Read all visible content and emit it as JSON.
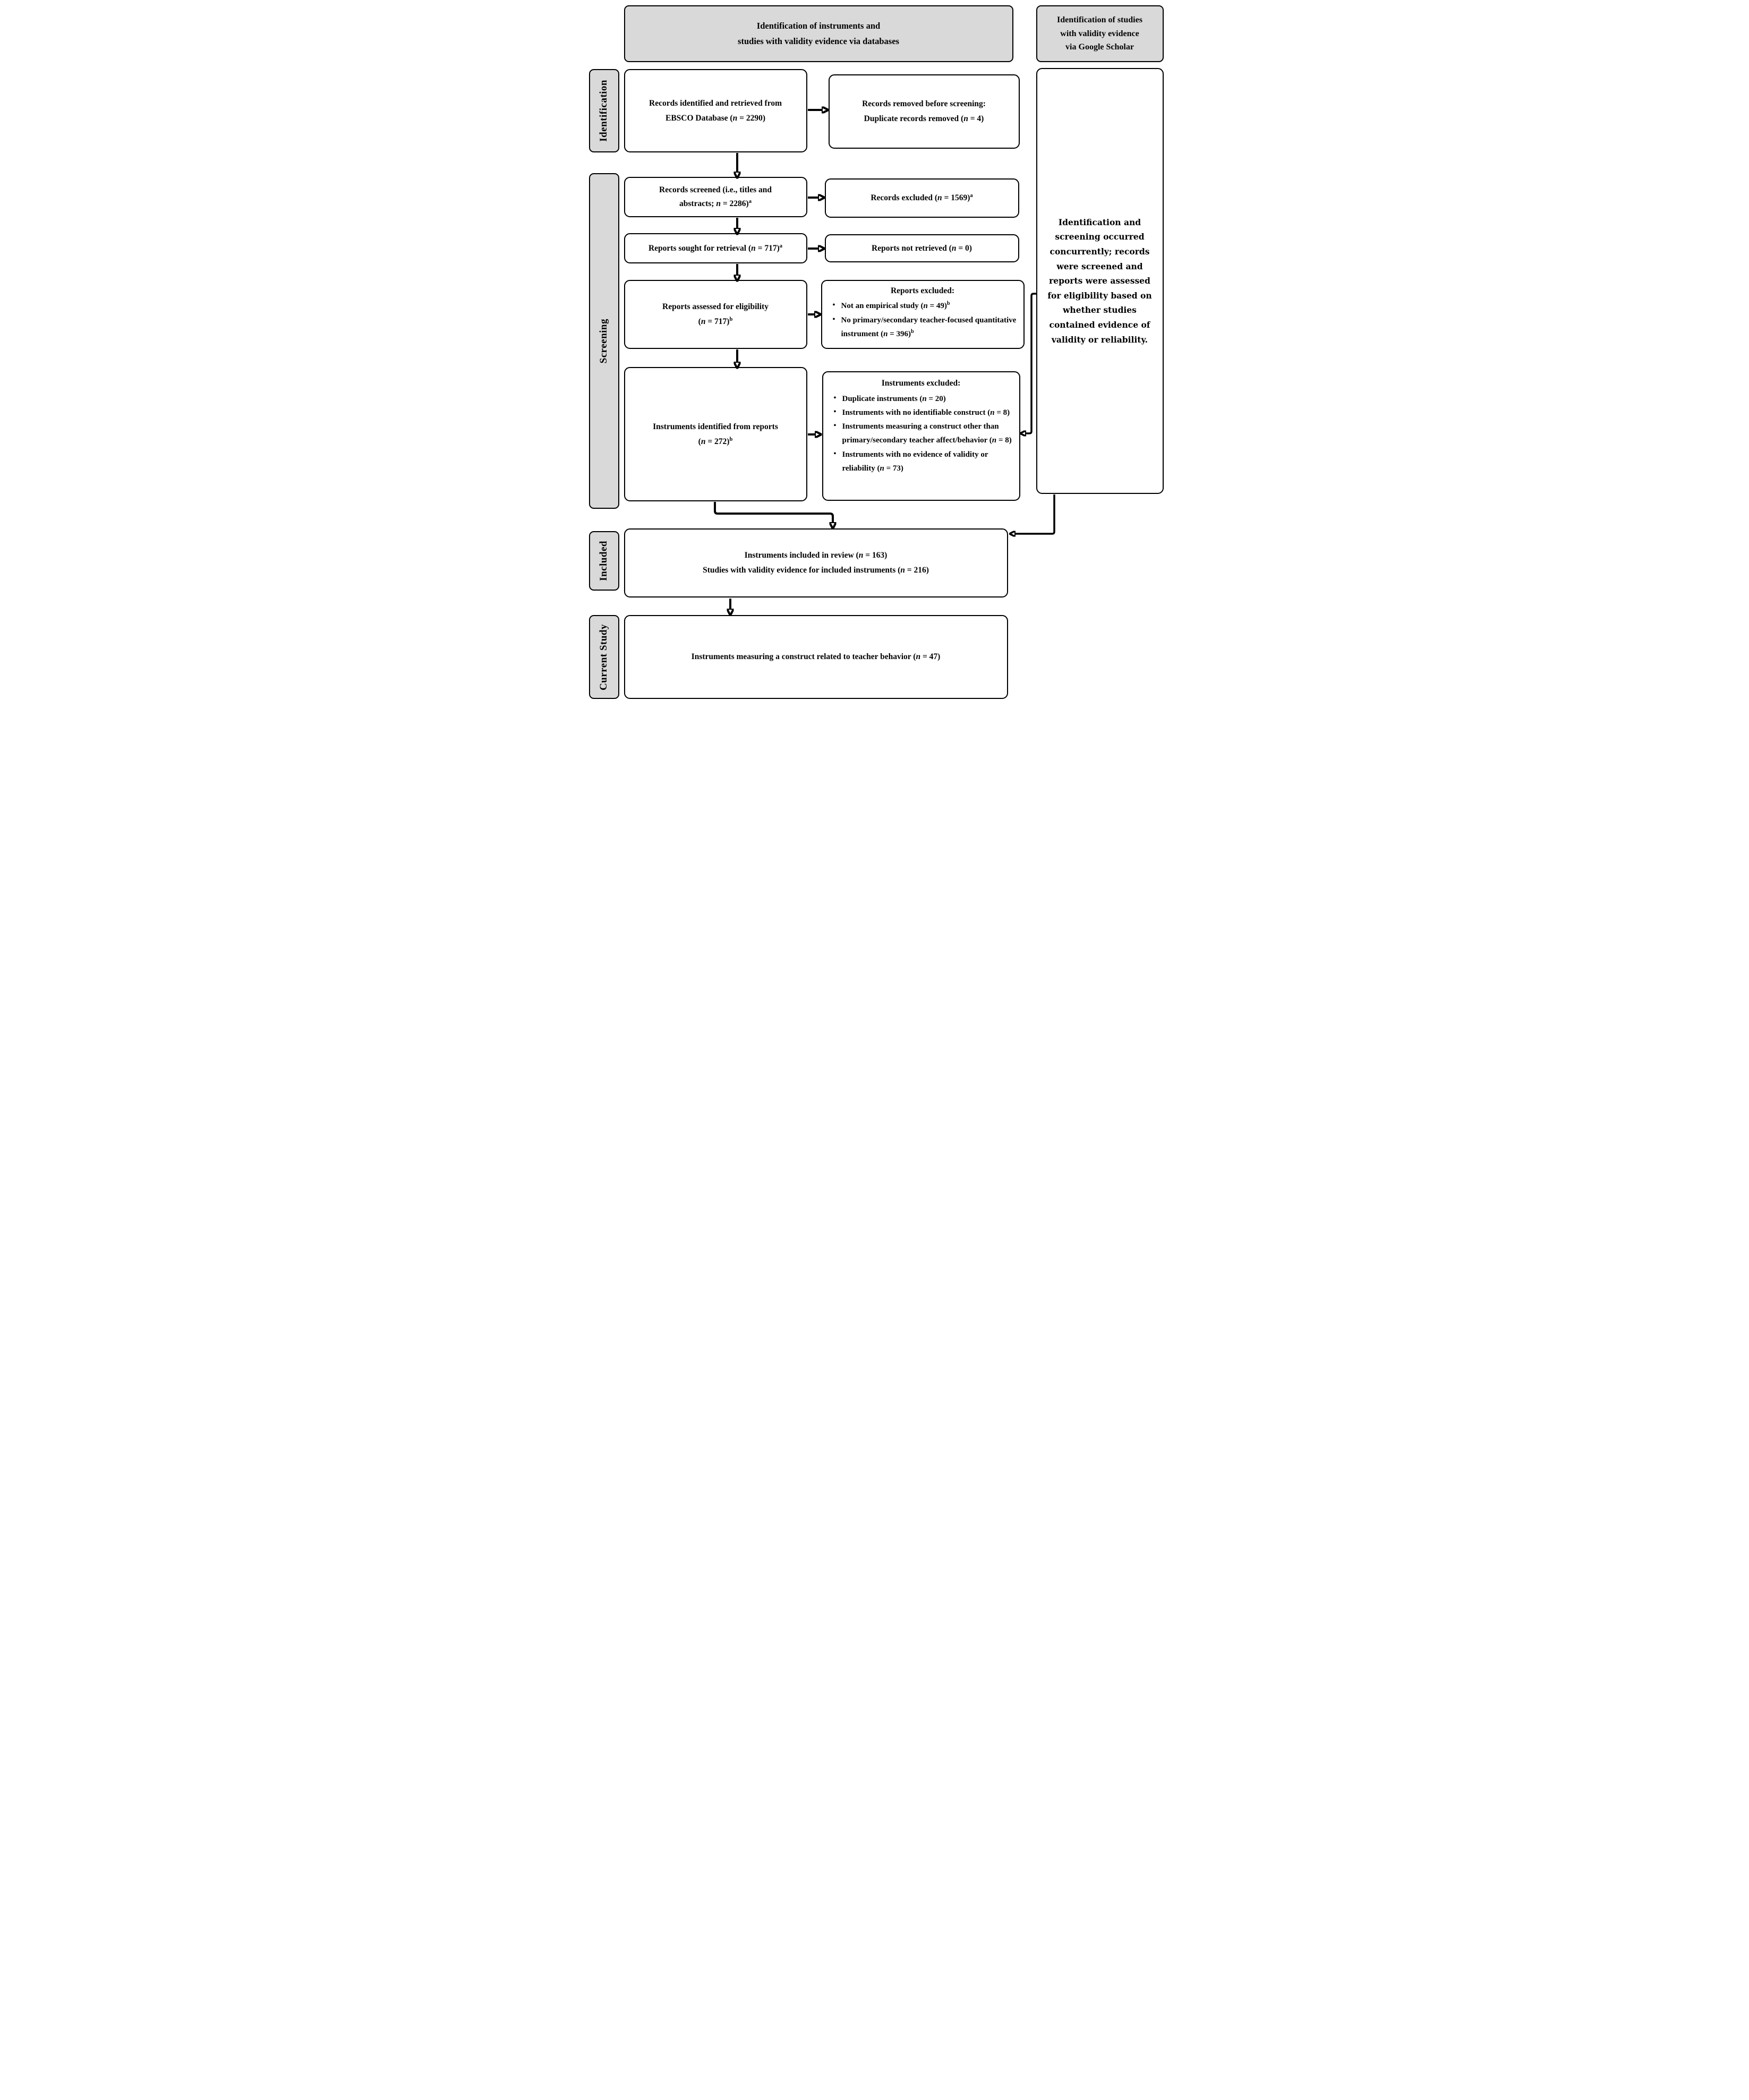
{
  "figure": {
    "type": "prisma-flow-diagram",
    "colors": {
      "stage_fill": "#d9d9d9",
      "box_fill": "#ffffff",
      "line": "#000000"
    }
  },
  "sidebar": [
    {
      "id": "identification",
      "label": "Identification"
    },
    {
      "id": "screening",
      "label": "Screening"
    },
    {
      "id": "included",
      "label": "Included"
    },
    {
      "id": "current-study",
      "label": "Current Study"
    }
  ],
  "headers": {
    "databases": {
      "lines": [
        "Identification of instruments and",
        "studies with validity evidence via databases"
      ]
    },
    "google_scholar": {
      "lines": [
        "Identification of studies",
        "with validity evidence",
        "via Google Scholar"
      ]
    }
  },
  "boxes": {
    "ebsco": {
      "lines": [
        "Records identified and retrieved from",
        "EBSCO Database (n = 2290)"
      ]
    },
    "records_removed": {
      "lines": [
        "Records removed before screening:",
        "Duplicate records removed (n = 4)"
      ]
    },
    "records_screened": {
      "lines": [
        "Records screened  (i.e., titles and",
        "abstracts; n = 2286)^a"
      ]
    },
    "records_excluded": {
      "lines": [
        "Records excluded (n = 1569)^a"
      ]
    },
    "reports_sought": {
      "lines": [
        "Reports sought for retrieval (n = 717)^a"
      ]
    },
    "reports_not_retrieved": {
      "lines": [
        "Reports not retrieved  (n = 0)"
      ]
    },
    "reports_assessed": {
      "lines": [
        "Reports assessed for eligibility",
        "(n = 717)^b"
      ]
    },
    "reports_excluded": {
      "title": "Reports excluded:",
      "bullets": [
        "Not an empirical study (n = 49)^b",
        "No primary/secondary teacher-focused quantitative instrument (n = 396)^b"
      ]
    },
    "instruments_identified": {
      "lines": [
        "Instruments identified from reports",
        "(n = 272)^b"
      ]
    },
    "instruments_excluded": {
      "title": "Instruments excluded:",
      "bullets": [
        "Duplicate instruments (n = 20)",
        "Instruments with no identifiable construct (n = 8)",
        "Instruments measuring a construct other than primary/secondary teacher affect/behavior (n = 8)",
        "Instruments with no evidence of validity or reliability (n = 73)"
      ]
    },
    "google_scholar_note": {
      "text": "Identification and screening occurred concurrently; records were screened and reports were assessed for eligibility based on whether studies contained evidence of validity or reliability."
    },
    "included": {
      "lines": [
        "Instruments included in review (n = 163)",
        "Studies with validity evidence for included instruments (n = 216)"
      ]
    },
    "current_study": {
      "lines": [
        "Instruments measuring a construct related to teacher behavior (n = 47)"
      ]
    }
  }
}
